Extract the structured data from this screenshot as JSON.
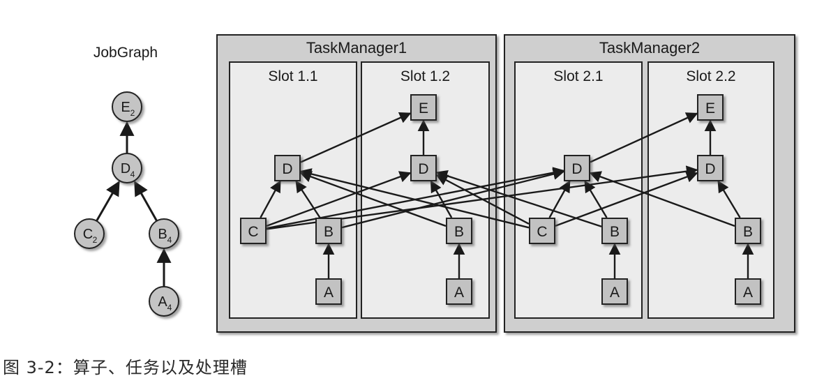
{
  "job_graph": {
    "title": "JobGraph",
    "nodes": [
      {
        "id": "E",
        "letter": "E",
        "subscript": "2"
      },
      {
        "id": "D",
        "letter": "D",
        "subscript": "4"
      },
      {
        "id": "C",
        "letter": "C",
        "subscript": "2"
      },
      {
        "id": "B",
        "letter": "B",
        "subscript": "4"
      },
      {
        "id": "A",
        "letter": "A",
        "subscript": "4"
      }
    ],
    "edges": [
      [
        "D",
        "E"
      ],
      [
        "C",
        "D"
      ],
      [
        "B",
        "D"
      ],
      [
        "A",
        "B"
      ]
    ]
  },
  "task_managers": [
    {
      "id": "tm1",
      "title": "TaskManager1",
      "slots": [
        {
          "id": "s11",
          "title": "Slot 1.1",
          "tasks": [
            "D",
            "C",
            "B",
            "A"
          ]
        },
        {
          "id": "s12",
          "title": "Slot 1.2",
          "tasks": [
            "E",
            "D",
            "B",
            "A"
          ]
        }
      ]
    },
    {
      "id": "tm2",
      "title": "TaskManager2",
      "slots": [
        {
          "id": "s21",
          "title": "Slot 2.1",
          "tasks": [
            "D",
            "C",
            "B",
            "A"
          ]
        },
        {
          "id": "s22",
          "title": "Slot 2.2",
          "tasks": [
            "E",
            "D",
            "B",
            "A"
          ]
        }
      ]
    }
  ],
  "task_edges": [
    [
      "s11.A",
      "s11.B"
    ],
    [
      "s12.A",
      "s12.B"
    ],
    [
      "s21.A",
      "s21.B"
    ],
    [
      "s22.A",
      "s22.B"
    ],
    [
      "s11.B",
      "s11.D"
    ],
    [
      "s11.B",
      "s21.D"
    ],
    [
      "s12.B",
      "s12.D"
    ],
    [
      "s12.B",
      "s11.D"
    ],
    [
      "s21.B",
      "s21.D"
    ],
    [
      "s21.B",
      "s12.D"
    ],
    [
      "s22.B",
      "s22.D"
    ],
    [
      "s22.B",
      "s21.D"
    ],
    [
      "s11.C",
      "s11.D"
    ],
    [
      "s11.C",
      "s12.D"
    ],
    [
      "s11.C",
      "s21.D"
    ],
    [
      "s11.C",
      "s22.D"
    ],
    [
      "s21.C",
      "s11.D"
    ],
    [
      "s21.C",
      "s12.D"
    ],
    [
      "s21.C",
      "s21.D"
    ],
    [
      "s21.C",
      "s22.D"
    ],
    [
      "s11.D",
      "s12.E"
    ],
    [
      "s12.D",
      "s12.E"
    ],
    [
      "s21.D",
      "s22.E"
    ],
    [
      "s22.D",
      "s22.E"
    ]
  ],
  "caption": "图 3-2：算子、任务以及处理槽"
}
